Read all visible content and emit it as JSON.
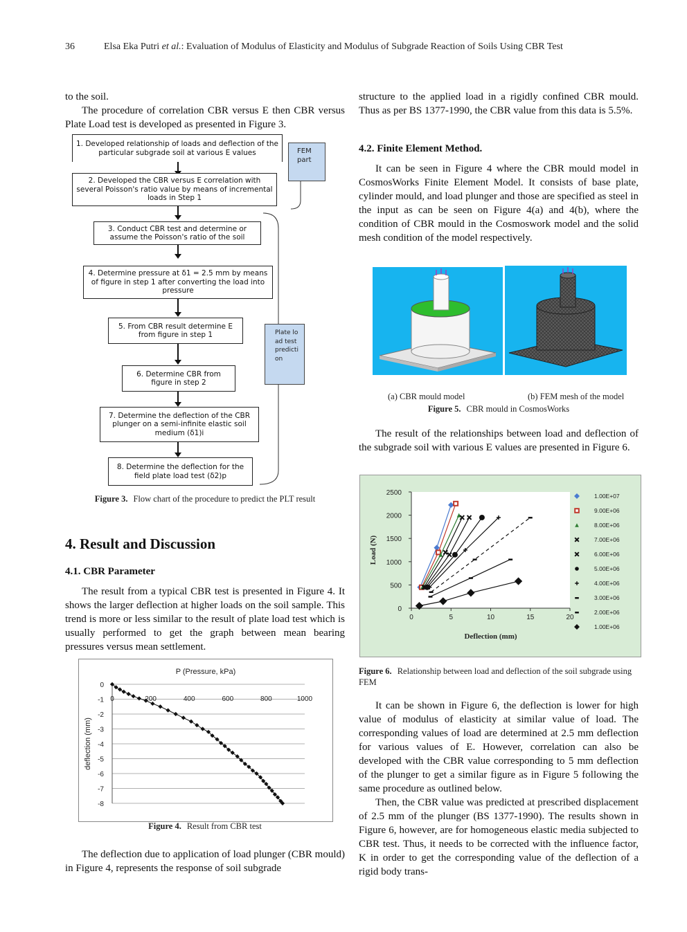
{
  "header": {
    "page_number": "36",
    "authors": "Elsa Eka Putri",
    "etal": "et al.",
    "title": ":  Evaluation of Modulus of Elasticity and Modulus of Subgrade Reaction of Soils Using CBR Test"
  },
  "left": {
    "p1": "to the soil.",
    "p2": "The procedure of correlation CBR versus E then CBR versus Plate Load test is developed as presented in Figure 3.",
    "section_title": "4. Result and Discussion",
    "sub1_title": "4.1. CBR Parameter",
    "p3": "The result from a typical CBR test is presented in Figure 4. It shows the larger deflection at higher loads on the soil sample. This trend is more or less similar to the result of plate load test which is usually performed to get the graph between mean bearing pressures versus mean settlement.",
    "p4": "The deflection due to application of load plunger (CBR mould) in Figure 4, represents the response of soil subgrade"
  },
  "right": {
    "p1": "structure to the applied load in a rigidly confined CBR mould. Thus as per BS 1377-1990, the CBR value from this data is 5.5%.",
    "sub2_title": "4.2. Finite Element Method.",
    "p2": "It can be seen in Figure 4 where the CBR mould model in CosmosWorks Finite Element Model. It consists of base plate, cylinder mould, and load plunger and those are specified as steel in the input as can be seen on Figure 4(a) and 4(b), where the condition of CBR mould in the Cosmoswork model and the solid mesh condition of the model respectively.",
    "p3": "The result of the relationships between load and deflection of the subgrade soil with various E values are presented in Figure 6.",
    "p4": "It can be shown in Figure 6, the deflection is lower for high value of modulus of elasticity at similar value of load. The corresponding values of load are determined at 2.5 mm deflection for various values of E. However, correlation can also be developed with the CBR value corresponding to 5 mm deflection of the plunger to get a similar figure as in Figure 5 following the same procedure as outlined below.",
    "p5": "Then, the CBR value was predicted at prescribed displacement of 2.5 mm of the plunger (BS 1377-1990). The results shown in Figure 6, however, are for homogeneous elastic media subjected to CBR test. Thus, it needs to be corrected with the influence factor, K in order to get the corresponding value of the deflection of a rigid body trans-"
  },
  "flowchart": {
    "steps": [
      "1. Developed relationship of loads and deflection of the particular subgrade soil at various E values",
      "2. Developed the CBR versus E correlation with several Poisson's ratio value by means of incremental loads in Step 1",
      "3. Conduct CBR test and determine or assume the Poisson's ratio of the soil",
      "4. Determine pressure at δ1 = 2.5 mm by means of figure in step 1 after converting the load into pressure",
      "5. From CBR result determine E from figure in step 1",
      "6. Determine CBR from figure in step 2",
      "7. Determine the deflection of the CBR plunger on a semi-infinite elastic soil medium (δ1)i",
      "8. Determine the deflection for the field plate load test (δ2)p"
    ],
    "side_fem": "FEM part",
    "side_plt": "Plate load test prediction",
    "caption_label": "Figure 3.",
    "caption_text": "Flow chart of the procedure to predict the PLT result"
  },
  "figure4": {
    "caption_label": "Figure 4.",
    "caption_text": "Result from CBR test"
  },
  "figure5": {
    "label_a": "(a)    CBR mould model",
    "label_b": "(b) FEM mesh of the model",
    "caption_label": "Figure 5.",
    "caption_text": "CBR mould in CosmosWorks"
  },
  "figure6": {
    "caption_label": "Figure 6.",
    "caption_text": "Relationship between load and deflection of the soil subgrade using FEM"
  },
  "chart_data": [
    {
      "type": "scatter",
      "title": "P   (Pressure, kPa)",
      "xlabel": "",
      "ylabel": "deflection (mm)",
      "xlim": [
        0,
        1000
      ],
      "ylim": [
        -8,
        0
      ],
      "x_ticks": [
        "0",
        "200",
        "400",
        "600",
        "800",
        "1000"
      ],
      "y_ticks": [
        "0",
        "-1",
        "-2",
        "-3",
        "-4",
        "-5",
        "-6",
        "-7",
        "-8"
      ],
      "grid": "horizontal",
      "series": [
        {
          "x": [
            0,
            20,
            40,
            60,
            85,
            110,
            140,
            175,
            210,
            250,
            290,
            330,
            370,
            410,
            440,
            470,
            500,
            520,
            545,
            565,
            585,
            605,
            625,
            650,
            670,
            690,
            710,
            730,
            750,
            770,
            785,
            800,
            815,
            830,
            845,
            860,
            875,
            885
          ],
          "y": [
            0,
            -0.2,
            -0.35,
            -0.5,
            -0.65,
            -0.8,
            -0.95,
            -1.1,
            -1.3,
            -1.5,
            -1.75,
            -2.0,
            -2.25,
            -2.5,
            -2.75,
            -3.0,
            -3.2,
            -3.45,
            -3.7,
            -3.95,
            -4.15,
            -4.4,
            -4.6,
            -4.85,
            -5.1,
            -5.35,
            -5.55,
            -5.8,
            -6.0,
            -6.25,
            -6.5,
            -6.7,
            -6.95,
            -7.15,
            -7.4,
            -7.6,
            -7.85,
            -8.0
          ]
        }
      ]
    },
    {
      "type": "line",
      "title": "",
      "xlabel": "Deflection (mm)",
      "ylabel": "Load (N)",
      "xlim": [
        0,
        20
      ],
      "ylim": [
        0,
        2500
      ],
      "x_ticks": [
        "0",
        "5",
        "10",
        "15",
        "20"
      ],
      "y_ticks": [
        "0",
        "500",
        "1000",
        "1500",
        "2000",
        "2500"
      ],
      "background": "#d8ecd6",
      "legend_position": "right",
      "series": [
        {
          "name": "1.00E+07",
          "marker": "diamond",
          "color": "#4a7bd0",
          "x": [
            1.1,
            3.2,
            5.0
          ],
          "y": [
            450,
            1300,
            2220
          ]
        },
        {
          "name": "9.00E+06",
          "marker": "square",
          "color": "#c0392b",
          "x": [
            1.3,
            3.4,
            5.6
          ],
          "y": [
            450,
            1200,
            2250
          ]
        },
        {
          "name": "8.00E+06",
          "marker": "triangle",
          "color": "#2e7d32",
          "x": [
            1.4,
            3.7,
            6.0
          ],
          "y": [
            450,
            1150,
            2000
          ]
        },
        {
          "name": "7.00E+06",
          "marker": "x",
          "color": "#111111",
          "x": [
            1.6,
            4.3,
            6.4
          ],
          "y": [
            450,
            1200,
            1950
          ]
        },
        {
          "name": "6.00E+06",
          "marker": "x",
          "color": "#111111",
          "x": [
            1.8,
            4.8,
            7.3
          ],
          "y": [
            450,
            1150,
            1950
          ]
        },
        {
          "name": "5.00E+06",
          "marker": "circle",
          "color": "#111111",
          "x": [
            2.0,
            5.5,
            8.9
          ],
          "y": [
            450,
            1150,
            1950
          ]
        },
        {
          "name": "4.00E+06",
          "marker": "plus",
          "color": "#111111",
          "x": [
            2.3,
            6.8,
            11.0
          ],
          "y": [
            450,
            1250,
            1950
          ]
        },
        {
          "name": "3.00E+06",
          "marker": "dash",
          "color": "#111111",
          "x": [
            2.5,
            8.0,
            15.0
          ],
          "y": [
            350,
            1050,
            1950
          ]
        },
        {
          "name": "2.00E+06",
          "marker": "dash",
          "color": "#111111",
          "x": [
            2.4,
            7.5,
            12.5
          ],
          "y": [
            250,
            650,
            1050
          ]
        },
        {
          "name": "1.00E+06",
          "marker": "diamond",
          "color": "#111111",
          "x": [
            1.0,
            4.0,
            7.5,
            13.5
          ],
          "y": [
            50,
            150,
            330,
            580
          ]
        }
      ]
    }
  ]
}
